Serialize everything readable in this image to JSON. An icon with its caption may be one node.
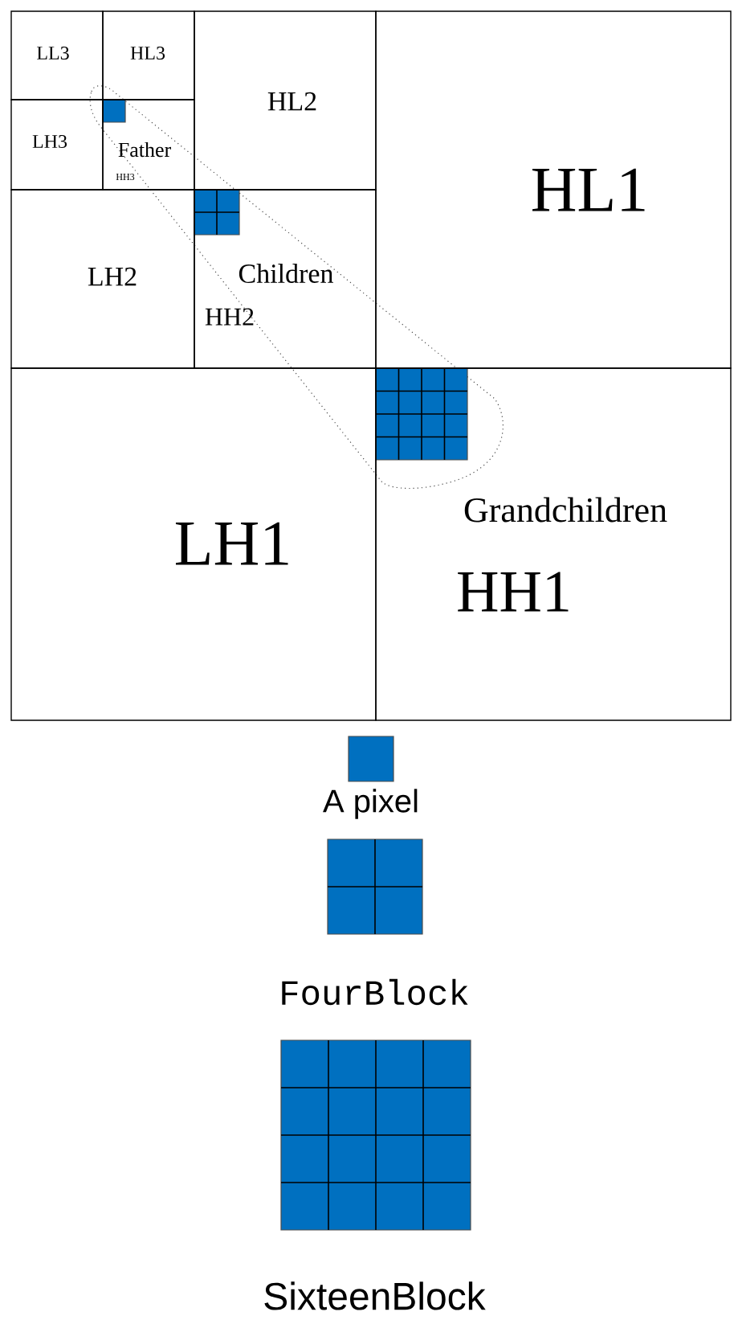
{
  "diagram": {
    "nodes": [
      {
        "text": [
          "LL3"
        ]
      },
      {
        "text": [
          "HL3"
        ]
      },
      {
        "text": [
          "LH3"
        ]
      },
      {
        "text": [
          "HH3"
        ]
      },
      {
        "text": [
          "HL2"
        ]
      },
      {
        "text": [
          "LH2"
        ]
      },
      {
        "text": [
          "HH2"
        ]
      },
      {
        "text": [
          "HL1"
        ]
      },
      {
        "text": [
          "LH1"
        ]
      },
      {
        "text": [
          "HH1"
        ]
      }
    ],
    "labels": [
      "Father",
      "Children",
      "Grandchildren"
    ],
    "legend": [
      {
        "text": "A pixel"
      },
      {
        "text": "FourBlock"
      },
      {
        "text": "SixteenBlock"
      }
    ]
  }
}
